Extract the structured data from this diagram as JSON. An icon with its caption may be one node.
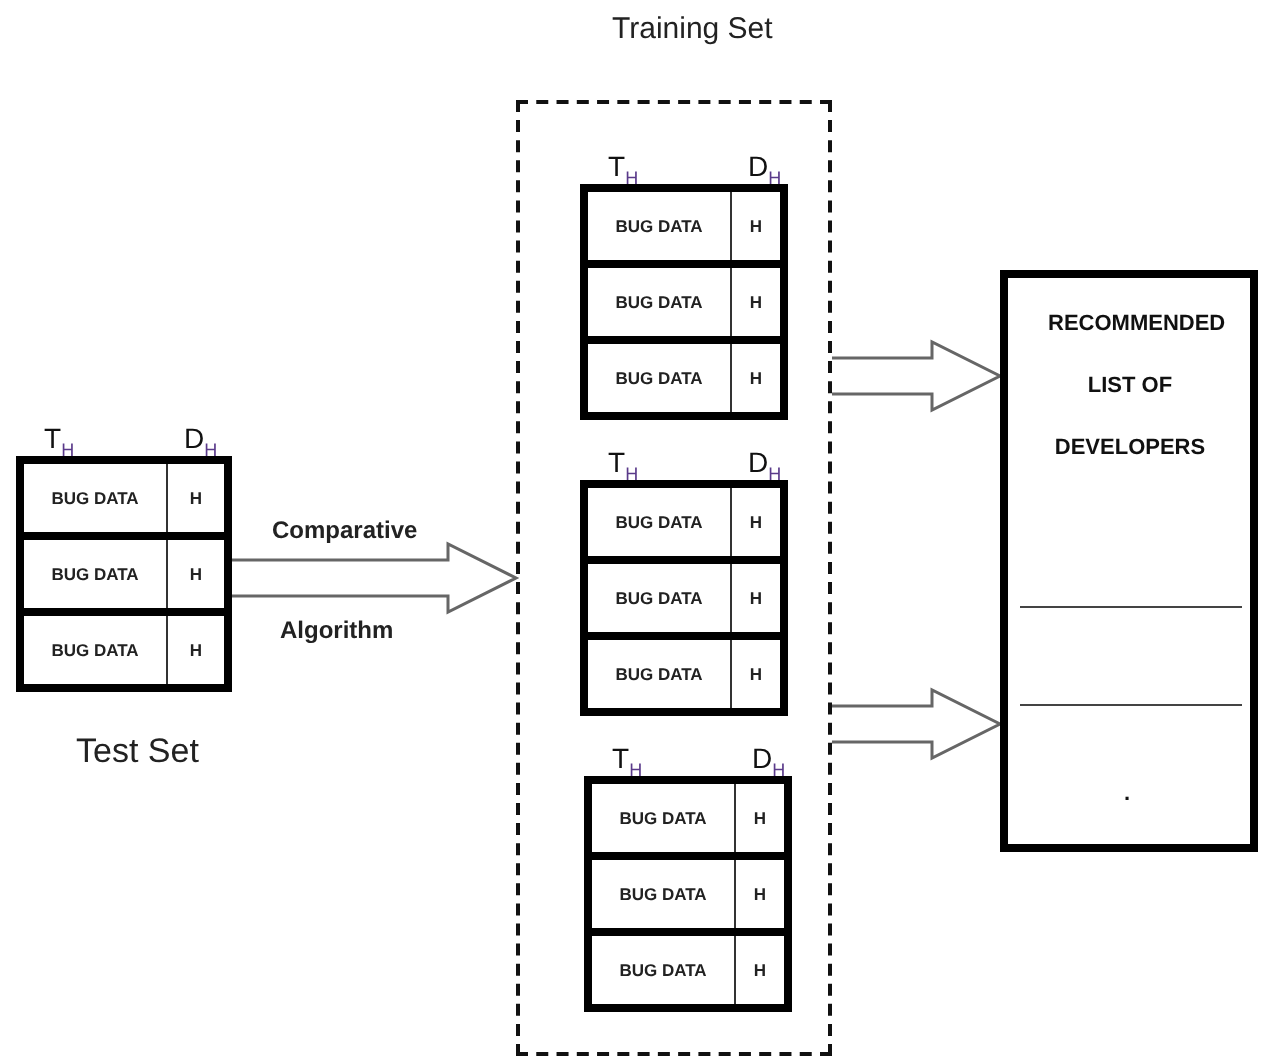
{
  "diagram": {
    "title": "Training Set",
    "nodes": [
      {
        "text": [
          "T$_{H}$",
          "D$_{H}$",
          "Test Set"
        ]
      },
      {
        "text": [
          "BUG DATA",
          "H"
        ],
        "in": 0
      },
      {
        "text": [
          "BUG DATA",
          "H"
        ],
        "in": 0
      },
      {
        "text": [
          "BUG DATA",
          "H"
        ],
        "in": 0
      },
      {
        "text": [],
        "shape": "box"
      },
      {
        "text": [
          "T$_{H}$",
          "D$_{H}$"
        ],
        "in": 4
      },
      {
        "text": [
          "BUG DATA",
          "H"
        ],
        "in": 5
      },
      {
        "text": [
          "BUG DATA",
          "H"
        ],
        "in": 5
      },
      {
        "text": [
          "BUG DATA",
          "H"
        ],
        "in": 5
      },
      {
        "text": [
          "T$_{H}$",
          "D$_{H}$"
        ],
        "in": 4
      },
      {
        "text": [
          "BUG DATA",
          "H"
        ],
        "in": 9
      },
      {
        "text": [
          "BUG DATA",
          "H"
        ],
        "in": 9
      },
      {
        "text": [
          "BUG DATA",
          "H"
        ],
        "in": 9
      },
      {
        "text": [
          "T$_{H}$",
          "D$_{H}$"
        ],
        "in": 4
      },
      {
        "text": [
          "BUG DATA",
          "H"
        ],
        "in": 13
      },
      {
        "text": [
          "BUG DATA",
          "H"
        ],
        "in": 13
      },
      {
        "text": [
          "BUG DATA",
          "H"
        ],
        "in": 13
      },
      {
        "text": [
          "RECOMMENDED LIST OF DEVELOPERS",
          "."
        ]
      }
    ],
    "edges": [
      {
        "from": 0,
        "to": 4,
        "arrow": "to"
      },
      {
        "from": 4,
        "to": 17,
        "arrow": "to"
      },
      {
        "from": 4,
        "to": 17,
        "arrow": "to"
      }
    ],
    "labels": [
      "Comparative",
      "Algorithm"
    ]
  }
}
